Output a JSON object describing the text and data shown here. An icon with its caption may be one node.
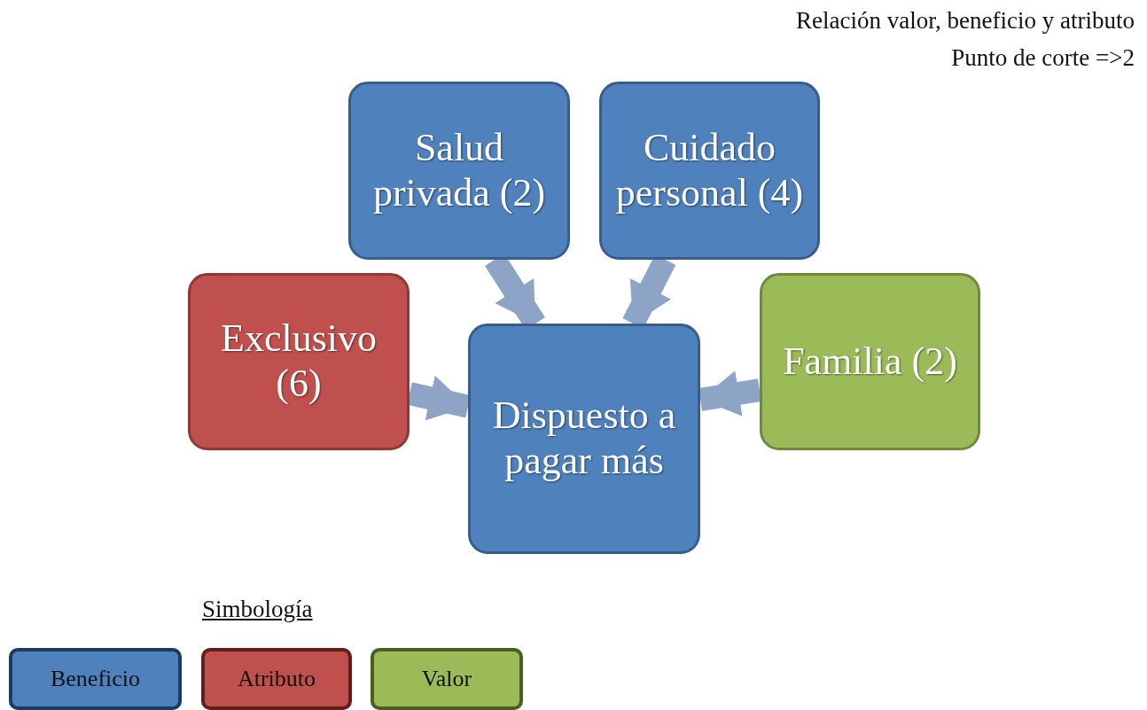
{
  "diagram": {
    "title": "Relación valor, beneficio y atributo",
    "nodes": [
      {
        "text": [
          "Salud privada (2)"
        ]
      },
      {
        "text": [
          "Cuidado personal (4)"
        ]
      },
      {
        "text": [
          "Exclusivo (6)"
        ]
      },
      {
        "text": [
          "Dispuesto a pagar más"
        ]
      },
      {
        "text": [
          "Familia (2)"
        ]
      }
    ],
    "edges": [
      {
        "from": 0,
        "to": 3,
        "arrow": "to"
      },
      {
        "from": 1,
        "to": 3,
        "arrow": "to"
      },
      {
        "from": 2,
        "to": 3,
        "arrow": "to"
      },
      {
        "from": 4,
        "to": 3,
        "arrow": "to"
      }
    ],
    "labels": [
      "Punto de corte =>2",
      "Simbología"
    ],
    "legend": [
      {
        "text": "Beneficio",
        "color": "#4f81bd"
      },
      {
        "text": "Atributo",
        "color": "#c0504d"
      },
      {
        "text": "Valor",
        "color": "#9bbb59"
      }
    ]
  }
}
